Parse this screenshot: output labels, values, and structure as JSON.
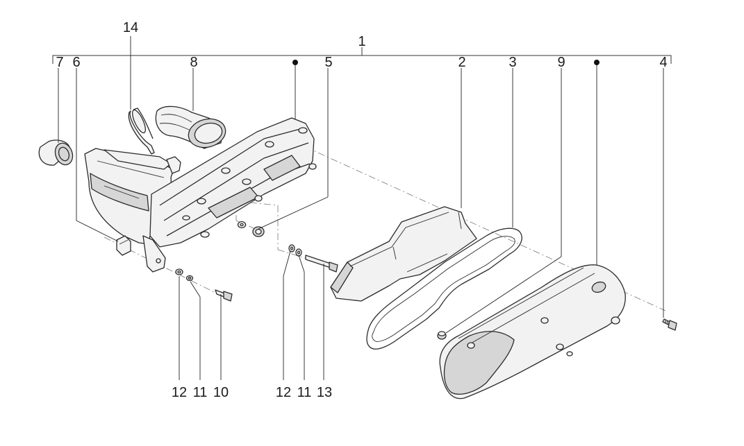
{
  "callouts": {
    "c1": "1",
    "c2": "2",
    "c3": "3",
    "c4": "4",
    "c5": "5",
    "c6": "6",
    "c7": "7",
    "c8": "8",
    "c9": "9",
    "c14": "14",
    "c12a": "12",
    "c11a": "11",
    "c10": "10",
    "c12b": "12",
    "c11b": "11",
    "c13": "13"
  }
}
